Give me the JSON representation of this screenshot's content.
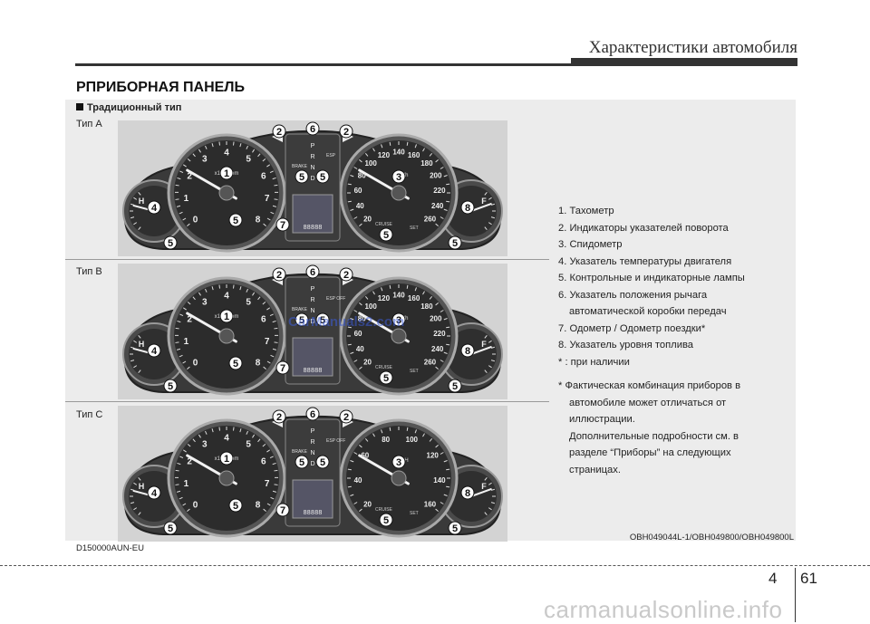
{
  "header": {
    "title": "Характеристики автомобиля"
  },
  "section_title": "РПРИБОРНАЯ ПАНЕЛЬ",
  "panel_title": "Традиционный тип",
  "types": [
    {
      "label": "Тип A",
      "speed_ticks": [
        "20",
        "40",
        "60",
        "80",
        "100",
        "120",
        "140",
        "160",
        "180",
        "200",
        "220",
        "240",
        "260"
      ],
      "speed_unit": "km/h"
    },
    {
      "label": "Тип B",
      "speed_ticks": [
        "20",
        "40",
        "60",
        "80",
        "100",
        "120",
        "140",
        "160",
        "180",
        "200",
        "220",
        "240",
        "260"
      ],
      "speed_unit": "km/h"
    },
    {
      "label": "Тип C",
      "speed_ticks": [
        "20",
        "40",
        "60",
        "80",
        "100",
        "120",
        "140",
        "160"
      ],
      "speed_unit": "MPH"
    }
  ],
  "gauge_text": {
    "tacho_unit": "x1000rpm",
    "tacho_ticks": [
      "0",
      "1",
      "2",
      "3",
      "4",
      "5",
      "6",
      "7",
      "8"
    ],
    "temp_h": "H",
    "fuel_f": "F",
    "gear": [
      "P",
      "R",
      "N",
      "D"
    ],
    "odometer": "88888",
    "brake": "BRAKE",
    "esp": "ESP",
    "esp_off": "ESP OFF",
    "cruise": "CRUISE",
    "set": "SET"
  },
  "callouts": [
    "1",
    "2",
    "2",
    "3",
    "4",
    "5",
    "5",
    "5",
    "5",
    "5",
    "5",
    "6",
    "7",
    "8"
  ],
  "legend": {
    "items": [
      "1. Тахометр",
      "2. Индикаторы указателей поворота",
      "3. Спидометр",
      "4. Указатель температуры двигателя",
      "5. Контрольные и индикаторные лампы",
      "6. Указатель положения рычага",
      "автоматической коробки передач",
      "7. Одометр / Одометр поездки*",
      "8. Указатель уровня топлива",
      "* : при наличии"
    ],
    "note_lines": [
      "* Фактическая комбинация приборов в",
      "автомобиле может отличаться от",
      "иллюстрации.",
      "Дополнительные подробности см. в",
      "разделе “Приборы” на следующих",
      "страницах."
    ]
  },
  "figure_code_left": "D150000AUN-EU",
  "figure_code_right": "OBH049044L-1/OBH049800/OBH049800L",
  "watermark": "CarManuals2.com",
  "page": {
    "chapter": "4",
    "number": "61"
  },
  "footer_site": "carmanualsonline.info"
}
